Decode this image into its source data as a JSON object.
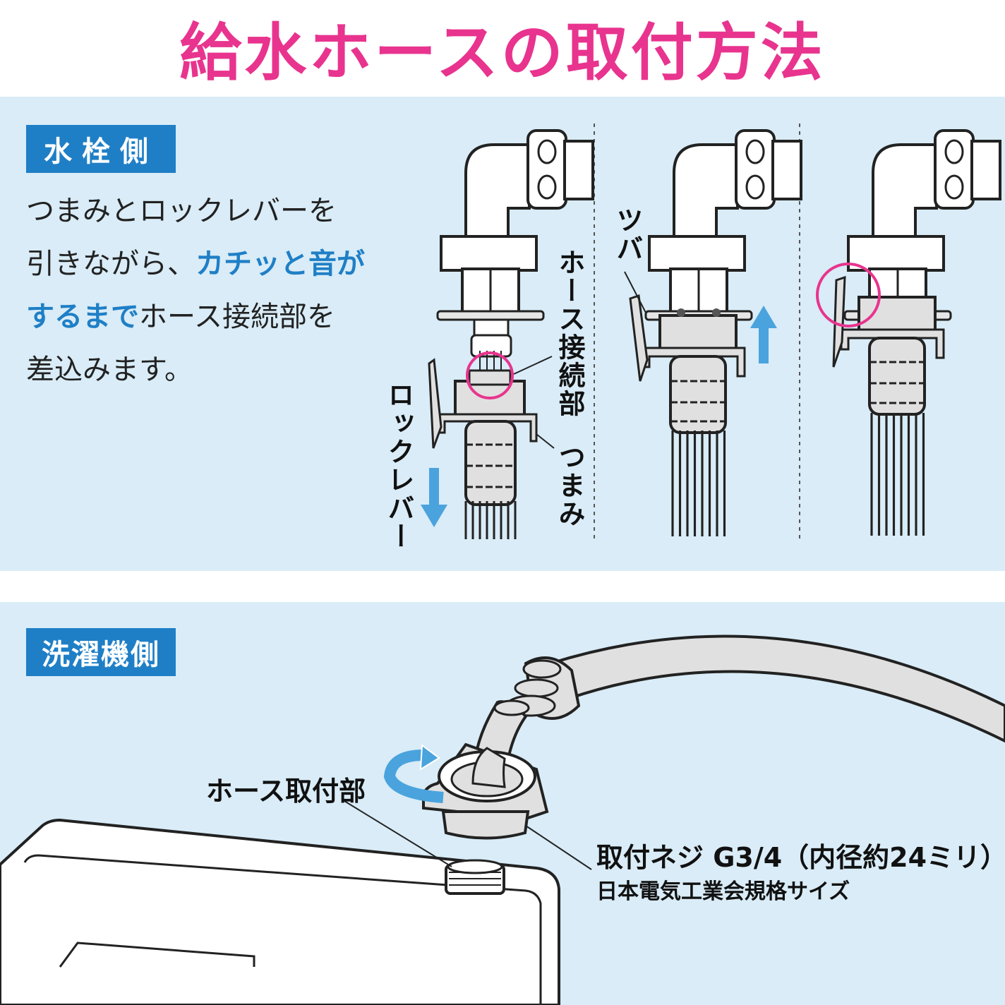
{
  "title": "給水ホースの取付方法",
  "faucet_side": {
    "badge": "水栓側",
    "instruction_1": "つまみとロックレバーを",
    "instruction_2a": "引きながら、",
    "instruction_2b": "カチッと音が",
    "instruction_3a": "するまで",
    "instruction_3b": "ホース接続部を",
    "instruction_4": "差込みます。",
    "label_hose_joint": "ホース接続部",
    "label_lock_lever": "ロックレバー",
    "label_knob": "つまみ",
    "label_flange": "ツバ"
  },
  "washer_side": {
    "badge": "洗濯機側",
    "label_hose_mount": "ホース取付部",
    "spec_thread": "取付ネジ G3/4（内径約24ミリ）",
    "spec_standard": "日本電気工業会規格サイズ"
  },
  "colors": {
    "title": "#e8348e",
    "badge": "#1f7fc6",
    "panel": "#d9ecf7",
    "arrow": "#4aa3dd",
    "highlight_circle": "#e8348e"
  }
}
